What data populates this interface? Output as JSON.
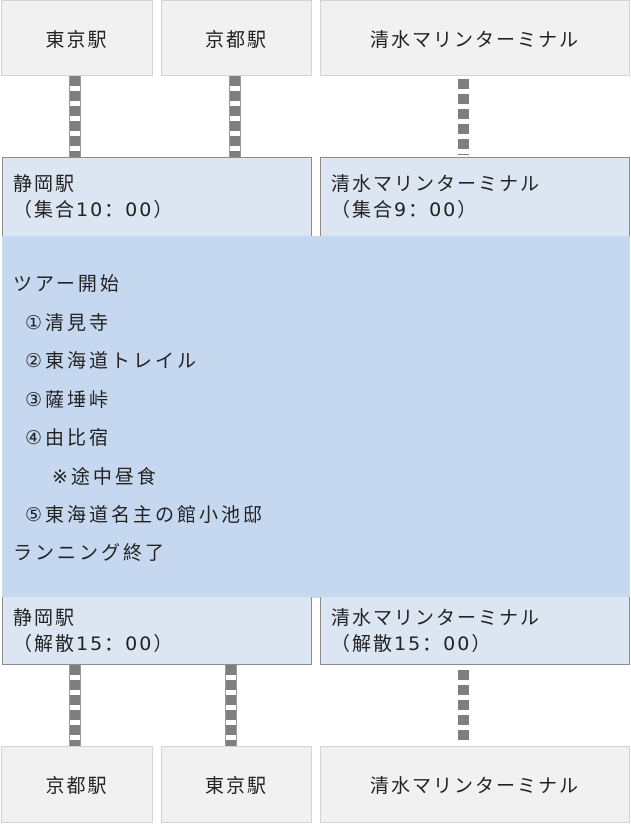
{
  "top_stations": [
    "東京駅",
    "京都駅",
    "清水マリンターミナル"
  ],
  "bottom_stations": [
    "京都駅",
    "東京駅",
    "清水マリンターミナル"
  ],
  "start_hubs": [
    {
      "name": "静岡駅",
      "note": "（集合10：00）"
    },
    {
      "name": "清水マリンターミナル",
      "note": "（集合9：00）"
    }
  ],
  "end_hubs": [
    {
      "name": "静岡駅",
      "note": "（解散15：00）"
    },
    {
      "name": "清水マリンターミナル",
      "note": "（解散15：00）"
    }
  ],
  "tour": {
    "start": "ツアー開始",
    "stops": [
      "①清見寺",
      "②東海道トレイル",
      "③薩埵峠",
      "④由比宿"
    ],
    "lunch_note": "※途中昼食",
    "last_stop": "⑤東海道名主の館小池邸",
    "end": "ランニング終了"
  },
  "colors": {
    "station_bg": "#f1f1f1",
    "hub_bg": "#dce6f2",
    "tour_bg": "#c5d8f0",
    "line": "#7f7f7f"
  }
}
